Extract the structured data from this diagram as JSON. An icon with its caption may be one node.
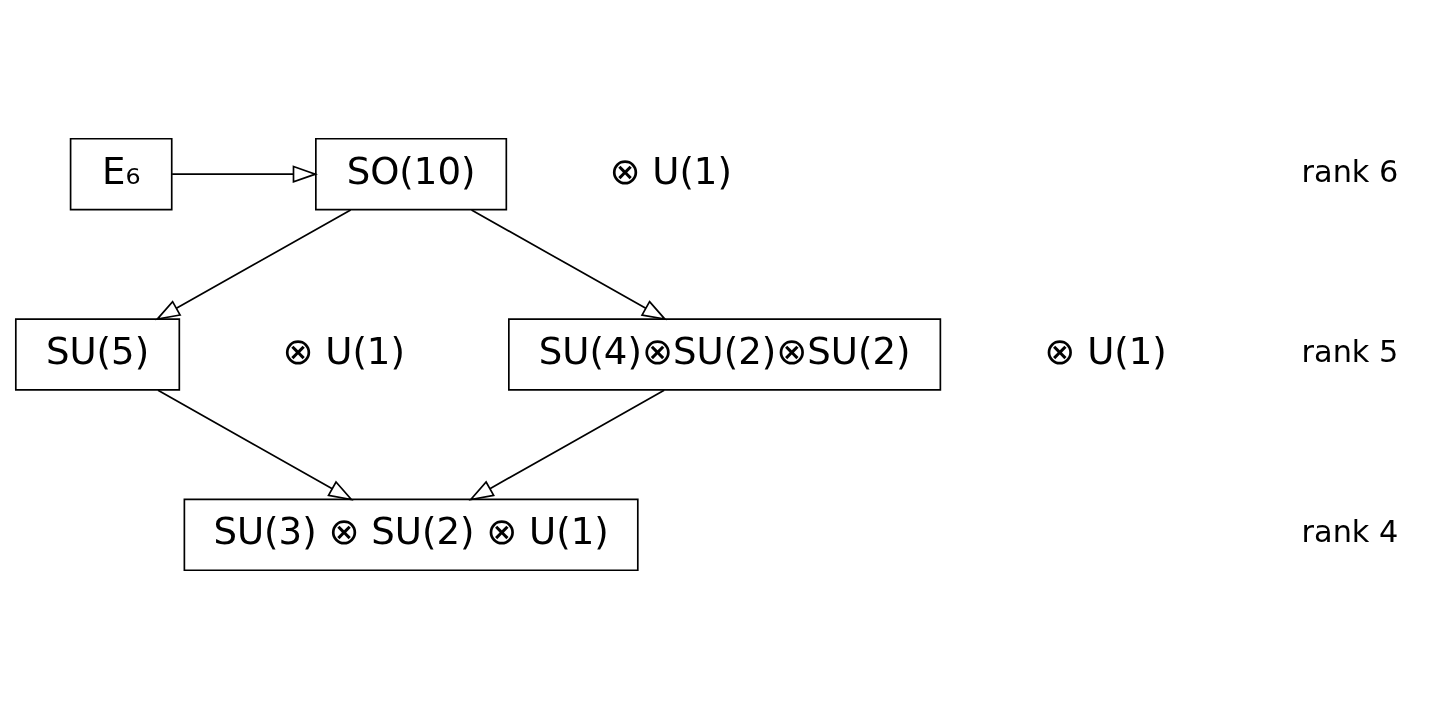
{
  "diagram": {
    "nodes": [
      {
        "text": [
          "E₆"
        ]
      },
      {
        "text": [
          "SO(10)"
        ],
        "beside": [
          "⊗ U(1)"
        ]
      },
      {
        "text": [
          "SU(5)"
        ],
        "beside": [
          "⊗ U(1)"
        ]
      },
      {
        "text": [
          "SU(4)⊗SU(2)⊗SU(2)"
        ],
        "beside": [
          "⊗ U(1)"
        ]
      },
      {
        "text": [
          "SU(3) ⊗ SU(2) ⊗ U(1)"
        ]
      }
    ],
    "edges": [
      {
        "from": 0,
        "to": 1,
        "arrow": "to"
      },
      {
        "from": 1,
        "to": 2,
        "arrow": "to"
      },
      {
        "from": 1,
        "to": 3,
        "arrow": "to"
      },
      {
        "from": 2,
        "to": 4,
        "arrow": "to"
      },
      {
        "from": 3,
        "to": 4,
        "arrow": "to"
      }
    ],
    "labels": [
      "rank 6",
      "rank 5",
      "rank 4"
    ]
  }
}
